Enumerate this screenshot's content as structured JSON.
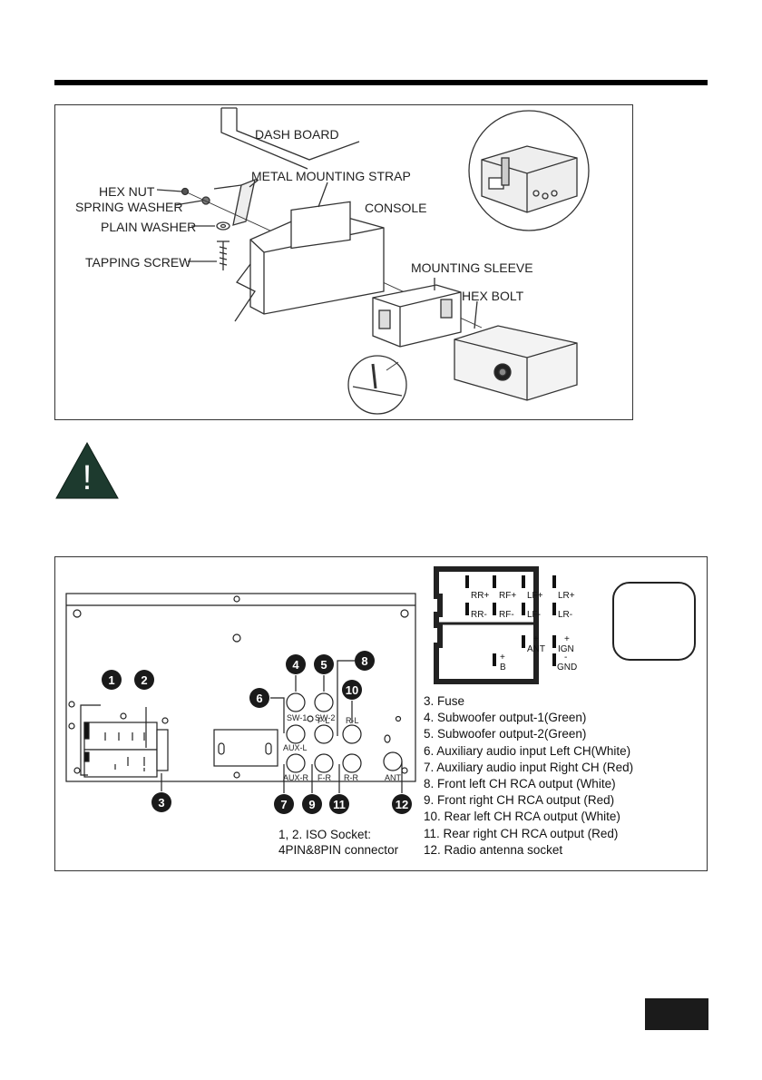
{
  "install": {
    "labels": {
      "dash_board": "DASH BOARD",
      "metal_mounting_strap": "METAL MOUNTING STRAP",
      "hex_nut": "HEX NUT",
      "spring_washer": "SPRING WASHER",
      "console": "CONSOLE",
      "plain_washer": "PLAIN WASHER",
      "tapping_screw": "TAPPING SCREW",
      "mounting_sleeve": "MOUNTING SLEEVE",
      "hex_bolt": "HEX BOLT"
    }
  },
  "warning": {
    "symbol": "!"
  },
  "wiring": {
    "connector_pins": {
      "rr_plus": "RR+",
      "rf_plus": "RF+",
      "lf_plus": "LF+",
      "lr_plus": "LR+",
      "rr_minus": "RR-",
      "rf_minus": "RF-",
      "lf_minus": "LF-",
      "lr_minus": "LR-",
      "ant_plus": "+",
      "ant": "ANT",
      "ign_plus": "+",
      "ign": "IGN",
      "b_plus": "+",
      "b": "B",
      "gnd_minus": "-",
      "gnd": "GND"
    },
    "jacks": {
      "sw1": "SW-1",
      "sw2": "SW-2",
      "aux_l": "AUX-L",
      "f_l": "F-L",
      "r_l": "R-L",
      "aux_r": "AUX-R",
      "f_r": "F-R",
      "r_r": "R-R",
      "ant": "ANT"
    },
    "callouts": [
      "1",
      "2",
      "3",
      "4",
      "5",
      "6",
      "7",
      "8",
      "9",
      "10",
      "11",
      "12"
    ],
    "iso_note": {
      "line1": "1, 2. ISO Socket:",
      "line2": "4PIN&8PIN connector"
    },
    "legend": [
      "3. Fuse",
      "4. Subwoofer output-1(Green)",
      "5. Subwoofer output-2(Green)",
      "6. Auxiliary audio input Left CH(White)",
      "7. Auxiliary audio input Right CH (Red)",
      "8. Front left CH RCA output (White)",
      "9. Front right CH RCA output (Red)",
      "10. Rear left CH RCA output (White)",
      "11. Rear right CH RCA output (Red)",
      "12. Radio antenna socket"
    ]
  },
  "colors": {
    "warning_triangle": "#1d3a2e",
    "callout_badge": "#1a1a1a"
  }
}
